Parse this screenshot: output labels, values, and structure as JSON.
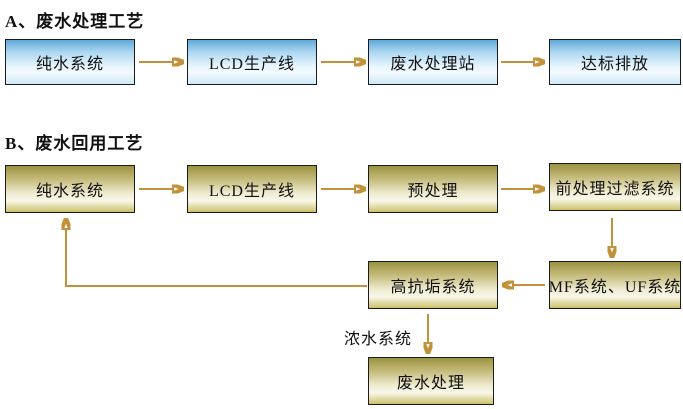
{
  "colors": {
    "arrow": "#c2923a",
    "box_border": "#1b1b1b",
    "blue_box_top": "#5fa9da",
    "blue_box_bottom": "#cde9f8",
    "yellow_box_top": "#9c9241",
    "yellow_box_bottom": "#ccc169",
    "text": "#111111"
  },
  "diagram": {
    "section_a": {
      "title": "A、废水处理工艺",
      "nodes": {
        "pure_water": "纯水系统",
        "lcd_line": "LCD生产线",
        "treatment_station": "废水处理站",
        "discharge": "达标排放"
      }
    },
    "section_b": {
      "title": "B、废水回用工艺",
      "nodes": {
        "pure_water": "纯水系统",
        "lcd_line": "LCD生产线",
        "pretreatment": "预处理",
        "prefilter": "前处理过滤系统",
        "mf_uf": "MF系统、UF系统",
        "anti_scaling": "高抗垢系统",
        "wastewater_treatment": "废水处理"
      },
      "concentrate_label": "浓水系统"
    }
  }
}
